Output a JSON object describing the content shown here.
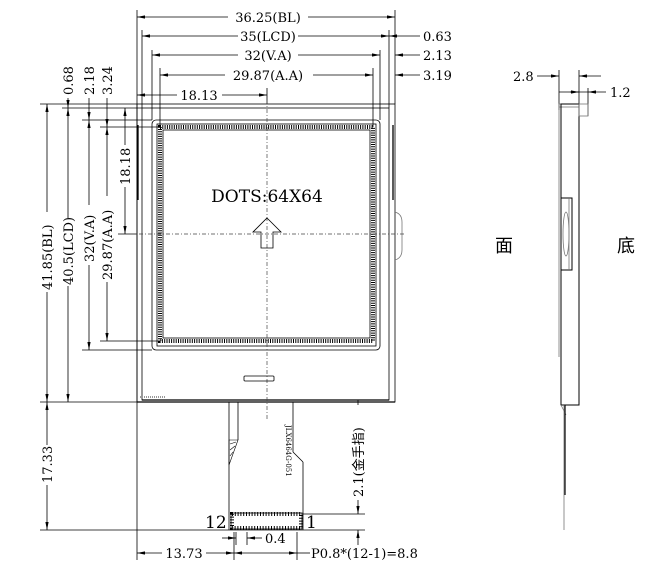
{
  "front_view": {
    "dim_bl_width": "36.25(BL)",
    "dim_lcd_width": "35(LCD)",
    "dim_va_width": "32(V.A)",
    "dim_aa_width": "29.87(A.A)",
    "dim_center_x": "18.13",
    "dim_right_063": "0.63",
    "dim_right_213": "2.13",
    "dim_right_319": "3.19",
    "dim_top_068": "0.68",
    "dim_top_218": "2.18",
    "dim_top_324": "3.24",
    "dim_bl_height": "41.85(BL)",
    "dim_lcd_height": "40.5(LCD)",
    "dim_va_height": "32(V.A)",
    "dim_aa_height": "29.87(A.A)",
    "dim_center_y": "18.18",
    "dots_label": "DOTS:64X64",
    "fpc_label": "JLX6464G-051",
    "dim_fpc_length": "17.33",
    "dim_gold_finger": "2.1(金手指)",
    "pin_left": "12",
    "pin_right": "1",
    "dim_pin_width": "0.4",
    "dim_fpc_offset": "13.73",
    "dim_pitch": "P0.8*(12-1)=8.8"
  },
  "side_view": {
    "dim_thickness": "2.8",
    "dim_step": "1.2",
    "label_front": "面",
    "label_back": "底"
  }
}
